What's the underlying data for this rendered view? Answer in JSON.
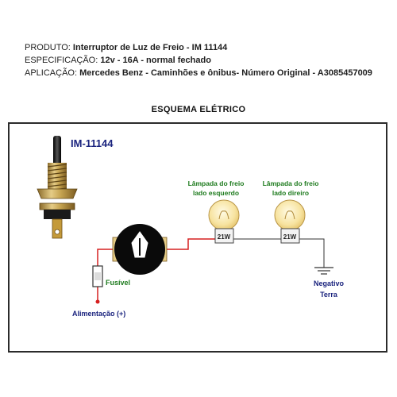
{
  "header": {
    "produto_label": "PRODUTO:",
    "produto_value": "Interruptor de Luz de Freio - IM 11144",
    "especificacao_label": "ESPECIFICAÇÃO:",
    "especificacao_value": "12v - 16A - normal fechado",
    "aplicacao_label": "APLICAÇÃO:",
    "aplicacao_value": "Mercedes Benz - Caminhões e ônibus- Número Original - A3085457009"
  },
  "diagram": {
    "title": "ESQUEMA ELÉTRICO",
    "part_code": "IM-11144",
    "lamp_left_label_1": "Lâmpada do freio",
    "lamp_left_label_2": "lado esquerdo",
    "lamp_right_label_1": "Lâmpada do freio",
    "lamp_right_label_2": "lado direiro",
    "lamp_left_wattage": "21W",
    "lamp_right_wattage": "21W",
    "fuse_label": "Fusível",
    "ground_label_1": "Negativo",
    "ground_label_2": "Terra",
    "supply_label": "Alimentação (+)",
    "colors": {
      "part_code": "#1a237e",
      "labels": "#1e7b1e",
      "supply": "#1a237e",
      "wire_red": "#d62020",
      "lamp_yellow": "#f7e3a0",
      "frame": "#2b2b2b"
    }
  }
}
